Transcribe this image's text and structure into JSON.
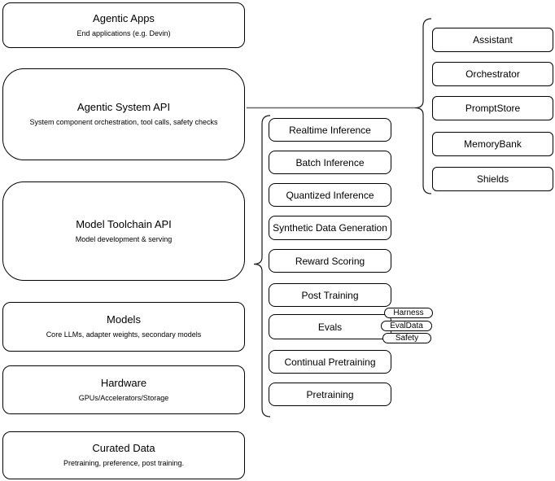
{
  "stack": [
    {
      "title": "Agentic Apps",
      "subtitle": "End applications (e.g. Devin)"
    },
    {
      "title": "Agentic System API",
      "subtitle": "System component orchestration, tool calls, safety checks"
    },
    {
      "title": "Model Toolchain API",
      "subtitle": "Model development & serving"
    },
    {
      "title": "Models",
      "subtitle": "Core LLMs, adapter weights, secondary models"
    },
    {
      "title": "Hardware",
      "subtitle": "GPUs/Accelerators/Storage"
    },
    {
      "title": "Curated Data",
      "subtitle": "Pretraining, preference, post training."
    }
  ],
  "toolchain": {
    "items": [
      "Realtime Inference",
      "Batch Inference",
      "Quantized Inference",
      "Synthetic Data Generation",
      "Reward Scoring",
      "Post Training",
      "Evals",
      "Continual Pretraining",
      "Pretraining"
    ]
  },
  "system_components": {
    "items": [
      "Assistant",
      "Orchestrator",
      "PromptStore",
      "MemoryBank",
      "Shields"
    ]
  },
  "eval_tags": {
    "items": [
      "Harness",
      "EvalData",
      "Safety"
    ]
  },
  "colors": {
    "shape_border": "#000000",
    "shape_fill": "#ffffff",
    "text": "#000000",
    "connector": "#666666",
    "brace": "#1a1a1a"
  }
}
